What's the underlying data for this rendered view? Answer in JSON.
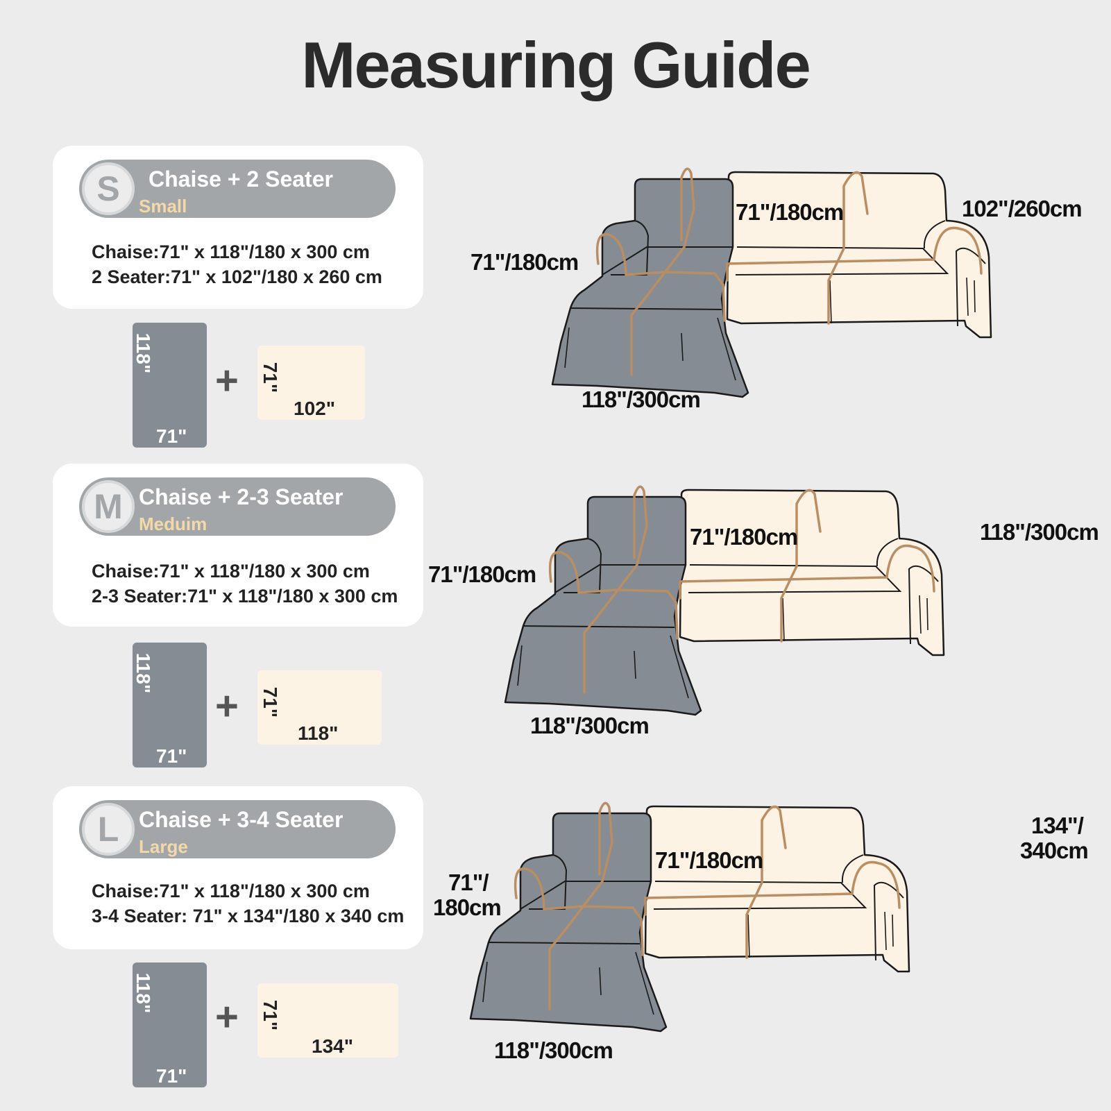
{
  "title": "Measuring Guide",
  "colors": {
    "chaise": "#858c93",
    "sofa": "#fdf3e4",
    "measure_line": "#b98e62",
    "pill": "#a2a6a8"
  },
  "sizes": [
    {
      "badge": "S",
      "name": "Chaise + 2 Seater",
      "size": "Small",
      "spec_chaise": "Chaise:71\" x 118\"/180 x 300 cm",
      "spec_sofa": "2 Seater:71\" x 102\"/180 x 260 cm",
      "rect_chaise_long": "118\"",
      "rect_chaise_short": "71\"",
      "rect_sofa_short": "71\"",
      "rect_sofa_long": "102\"",
      "dim_chaise_height": "71\"/180cm",
      "dim_back": "71\"/180cm",
      "dim_sofa_length": "102\"/260cm",
      "dim_chaise_length": "118\"/300cm"
    },
    {
      "badge": "M",
      "name": "Chaise + 2-3 Seater",
      "size": "Meduim",
      "spec_chaise": "Chaise:71\" x 118\"/180 x 300 cm",
      "spec_sofa": "2-3 Seater:71\" x 118\"/180 x 300 cm",
      "rect_chaise_long": "118\"",
      "rect_chaise_short": "71\"",
      "rect_sofa_short": "71\"",
      "rect_sofa_long": "118\"",
      "dim_chaise_height": "71\"/180cm",
      "dim_back": "71\"/180cm",
      "dim_sofa_length": "118\"/300cm",
      "dim_chaise_length": "118\"/300cm"
    },
    {
      "badge": "L",
      "name": "Chaise + 3-4 Seater",
      "size": "Large",
      "spec_chaise": "Chaise:71\" x 118\"/180 x 300 cm",
      "spec_sofa": "3-4 Seater:  71\" x 134\"/180 x 340 cm",
      "rect_chaise_long": "118\"",
      "rect_chaise_short": "71\"",
      "rect_sofa_short": "71\"",
      "rect_sofa_long": "134\"",
      "dim_chaise_height_line1": "71\"/",
      "dim_chaise_height_line2": "180cm",
      "dim_back": "71\"/180cm",
      "dim_sofa_length_line1": "134\"/",
      "dim_sofa_length_line2": "340cm",
      "dim_chaise_length": "118\"/300cm"
    }
  ]
}
